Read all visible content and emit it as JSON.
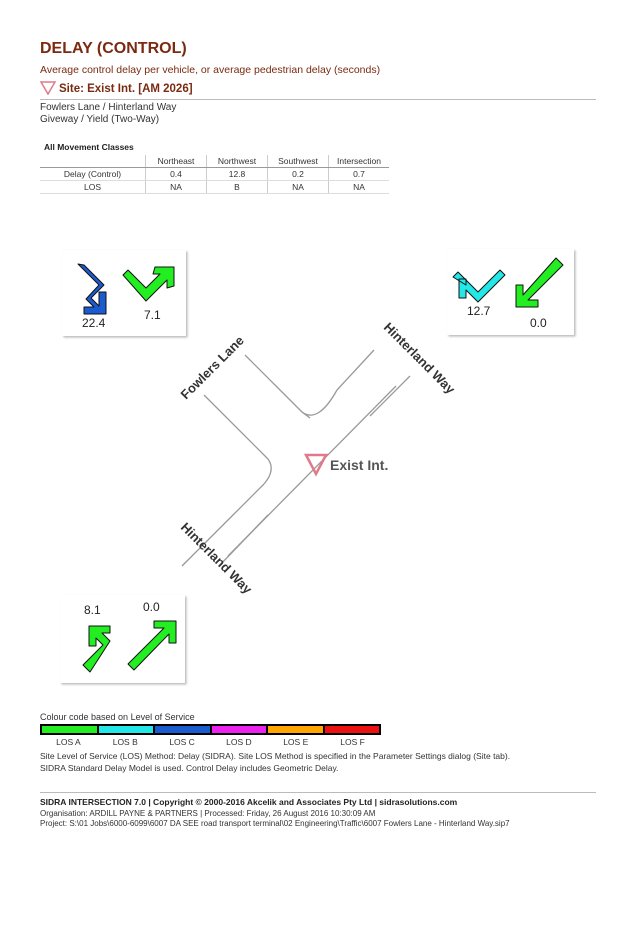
{
  "header": {
    "title": "DELAY (CONTROL)",
    "subtitle": "Average control delay per vehicle, or average pedestrian delay (seconds)",
    "site_label": "Site: Exist Int. [AM 2026]",
    "intersection_name": "Fowlers Lane / Hinterland Way",
    "control_type": "Giveway / Yield (Two-Way)"
  },
  "table": {
    "title": "All Movement Classes",
    "columns": [
      "",
      "Northeast",
      "Northwest",
      "Southwest",
      "Intersection"
    ],
    "rows": [
      [
        "Delay (Control)",
        "0.4",
        "12.8",
        "0.2",
        "0.7"
      ],
      [
        "LOS",
        "NA",
        "B",
        "NA",
        "NA"
      ]
    ]
  },
  "diagram": {
    "site_name": "Exist Int.",
    "road_labels": [
      "Fowlers Lane",
      "Hinterland Way",
      "Hinterland Way"
    ],
    "approaches": [
      {
        "name": "Northwest",
        "movements": [
          {
            "value": "22.4",
            "color": "#1a5ccf",
            "turn": "left"
          },
          {
            "value": "7.1",
            "color": "#22ee22",
            "turn": "right"
          }
        ]
      },
      {
        "name": "Northeast",
        "movements": [
          {
            "value": "12.7",
            "color": "#22e8e8",
            "turn": "right"
          },
          {
            "value": "0.0",
            "color": "#22ee22",
            "turn": "through"
          }
        ]
      },
      {
        "name": "Southwest",
        "movements": [
          {
            "value": "8.1",
            "color": "#22ee22",
            "turn": "right"
          },
          {
            "value": "0.0",
            "color": "#22ee22",
            "turn": "through"
          }
        ]
      }
    ]
  },
  "legend": {
    "title": "Colour code based on Level of Service",
    "items": [
      {
        "label": "LOS A",
        "color": "#22ee22"
      },
      {
        "label": "LOS B",
        "color": "#22e8e8"
      },
      {
        "label": "LOS C",
        "color": "#1a5ccf"
      },
      {
        "label": "LOS D",
        "color": "#ee22ee"
      },
      {
        "label": "LOS E",
        "color": "#ffa500"
      },
      {
        "label": "LOS F",
        "color": "#ee1111"
      }
    ]
  },
  "notes": {
    "los_method": "Site Level of Service (LOS) Method: Delay (SIDRA). Site LOS Method is specified in the Parameter Settings dialog (Site tab).",
    "delay_model": "SIDRA Standard Delay Model is used. Control Delay includes Geometric Delay."
  },
  "footer": {
    "line1": "SIDRA INTERSECTION 7.0  |  Copyright © 2000-2016 Akcelik and Associates Pty Ltd  |  sidrasolutions.com",
    "line2": "Organisation: ARDILL PAYNE & PARTNERS  |  Processed: Friday, 26 August 2016 10:30:09 AM",
    "line3": "Project:  S:\\01 Jobs\\6000-6099\\6007 DA SEE road transport terminal\\02 Engineering\\Traffic\\6007 Fowlers Lane - Hinterland Way.sip7"
  }
}
